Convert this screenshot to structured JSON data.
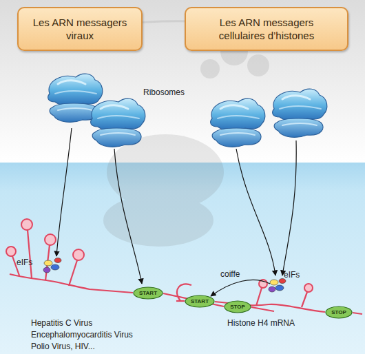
{
  "diagram": {
    "nodes": [
      {
        "text": [
          "Les ARN messagers viraux"
        ]
      },
      {
        "text": [
          "Les ARN messagers cellulaires d’histones"
        ]
      },
      {
        "text": [
          "START"
        ]
      },
      {
        "text": [
          "STOP"
        ]
      },
      {
        "text": [
          "START"
        ]
      },
      {
        "text": [
          "STOP"
        ]
      }
    ],
    "labels": [
      "Ribosomes",
      "eIFs",
      "coiffe",
      "eIFs",
      "Hepatitis C Virus",
      "Encephalomyocarditis Virus",
      "Polio Virus, HIV...",
      "Histone H4 mRNA"
    ]
  }
}
